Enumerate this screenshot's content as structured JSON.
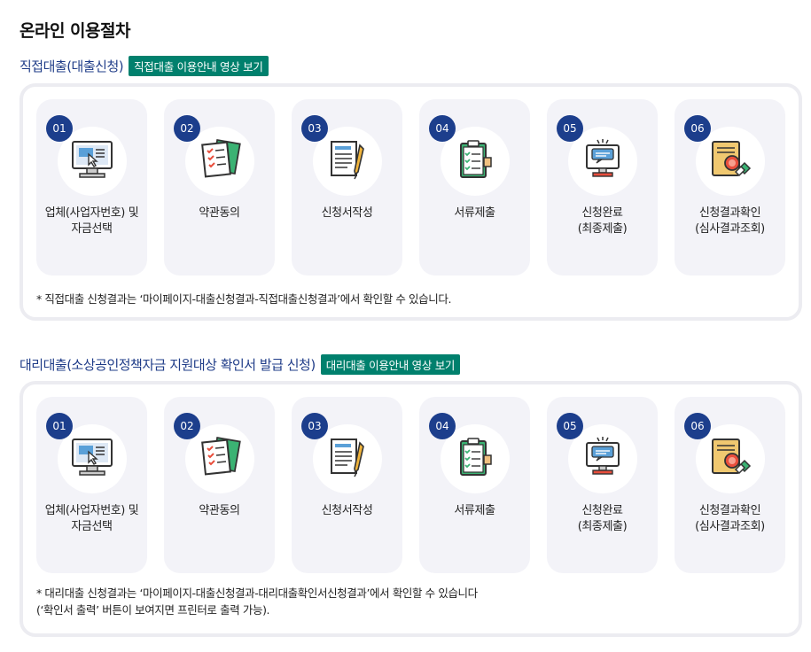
{
  "page_title": "온라인 이용절차",
  "sections": [
    {
      "title": "직접대출(대출신청)",
      "video_button": "직접대출 이용안내 영상 보기",
      "steps": [
        {
          "num": "01",
          "icon": "computer-click-icon",
          "line1": "업체(사업자번호) 및",
          "line2": "자금선택"
        },
        {
          "num": "02",
          "icon": "checklist-documents-icon",
          "line1": "약관동의",
          "line2": ""
        },
        {
          "num": "03",
          "icon": "document-pen-icon",
          "line1": "신청서작성",
          "line2": ""
        },
        {
          "num": "04",
          "icon": "clipboard-submit-icon",
          "line1": "서류제출",
          "line2": ""
        },
        {
          "num": "05",
          "icon": "monitor-message-icon",
          "line1": "신청완료",
          "line2": "(최종제출)"
        },
        {
          "num": "06",
          "icon": "certificate-handshake-icon",
          "line1": "신청결과확인",
          "line2": "(심사결과조회)"
        }
      ],
      "note_lines": [
        "* 직접대출 신청결과는 ‘마이페이지-대출신청결과-직접대출신청결과’에서 확인할 수 있습니다."
      ]
    },
    {
      "title": "대리대출(소상공인정책자금 지원대상 확인서 발급 신청)",
      "video_button": "대리대출 이용안내 영상 보기",
      "steps": [
        {
          "num": "01",
          "icon": "computer-click-icon",
          "line1": "업체(사업자번호) 및",
          "line2": "자금선택"
        },
        {
          "num": "02",
          "icon": "checklist-documents-icon",
          "line1": "약관동의",
          "line2": ""
        },
        {
          "num": "03",
          "icon": "document-pen-icon",
          "line1": "신청서작성",
          "line2": ""
        },
        {
          "num": "04",
          "icon": "clipboard-submit-icon",
          "line1": "서류제출",
          "line2": ""
        },
        {
          "num": "05",
          "icon": "monitor-message-icon",
          "line1": "신청완료",
          "line2": "(최종제출)"
        },
        {
          "num": "06",
          "icon": "certificate-handshake-icon",
          "line1": "신청결과확인",
          "line2": "(심사결과조회)"
        }
      ],
      "note_lines": [
        "* 대리대출 신청결과는 ‘마이페이지-대출신청결과-대리대출확인서신청결과’에서 확인할 수 있습니다",
        "(‘확인서 출력’ 버튼이 보여지면 프린터로 출력 가능)."
      ]
    }
  ],
  "colors": {
    "accent_navy": "#1c3e8c",
    "video_button_green": "#00806d",
    "step_bg": "#f3f3f8",
    "box_border": "#ececf1"
  }
}
